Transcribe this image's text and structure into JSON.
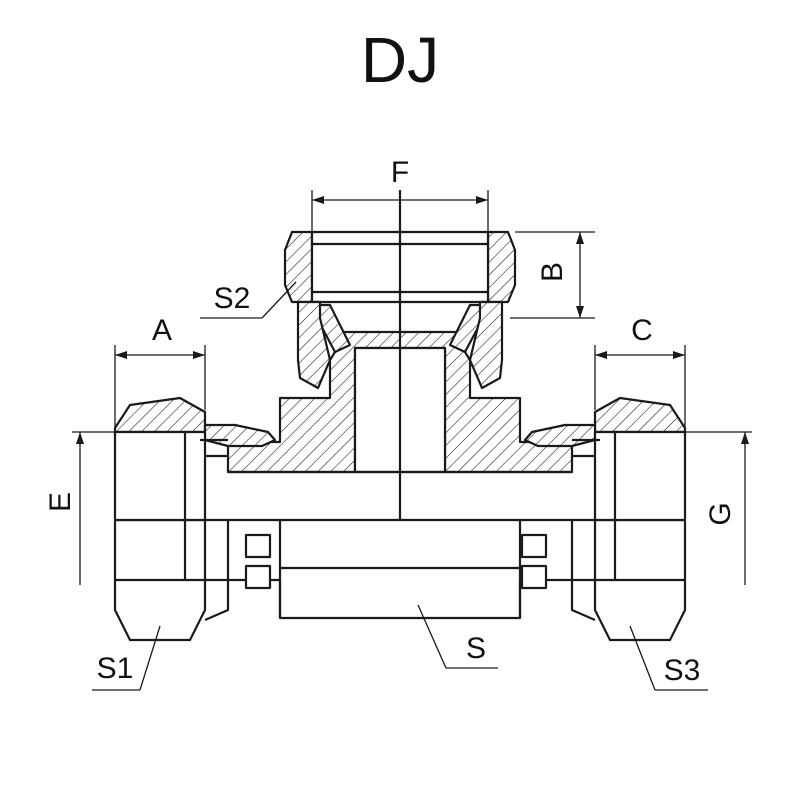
{
  "title": "DJ",
  "labels": {
    "a": "A",
    "b": "B",
    "c": "C",
    "e": "E",
    "f": "F",
    "g": "G",
    "s": "S",
    "s1": "S1",
    "s2": "S2",
    "s3": "S3"
  },
  "colors": {
    "line": "#1a1a1a",
    "background": "#ffffff"
  }
}
